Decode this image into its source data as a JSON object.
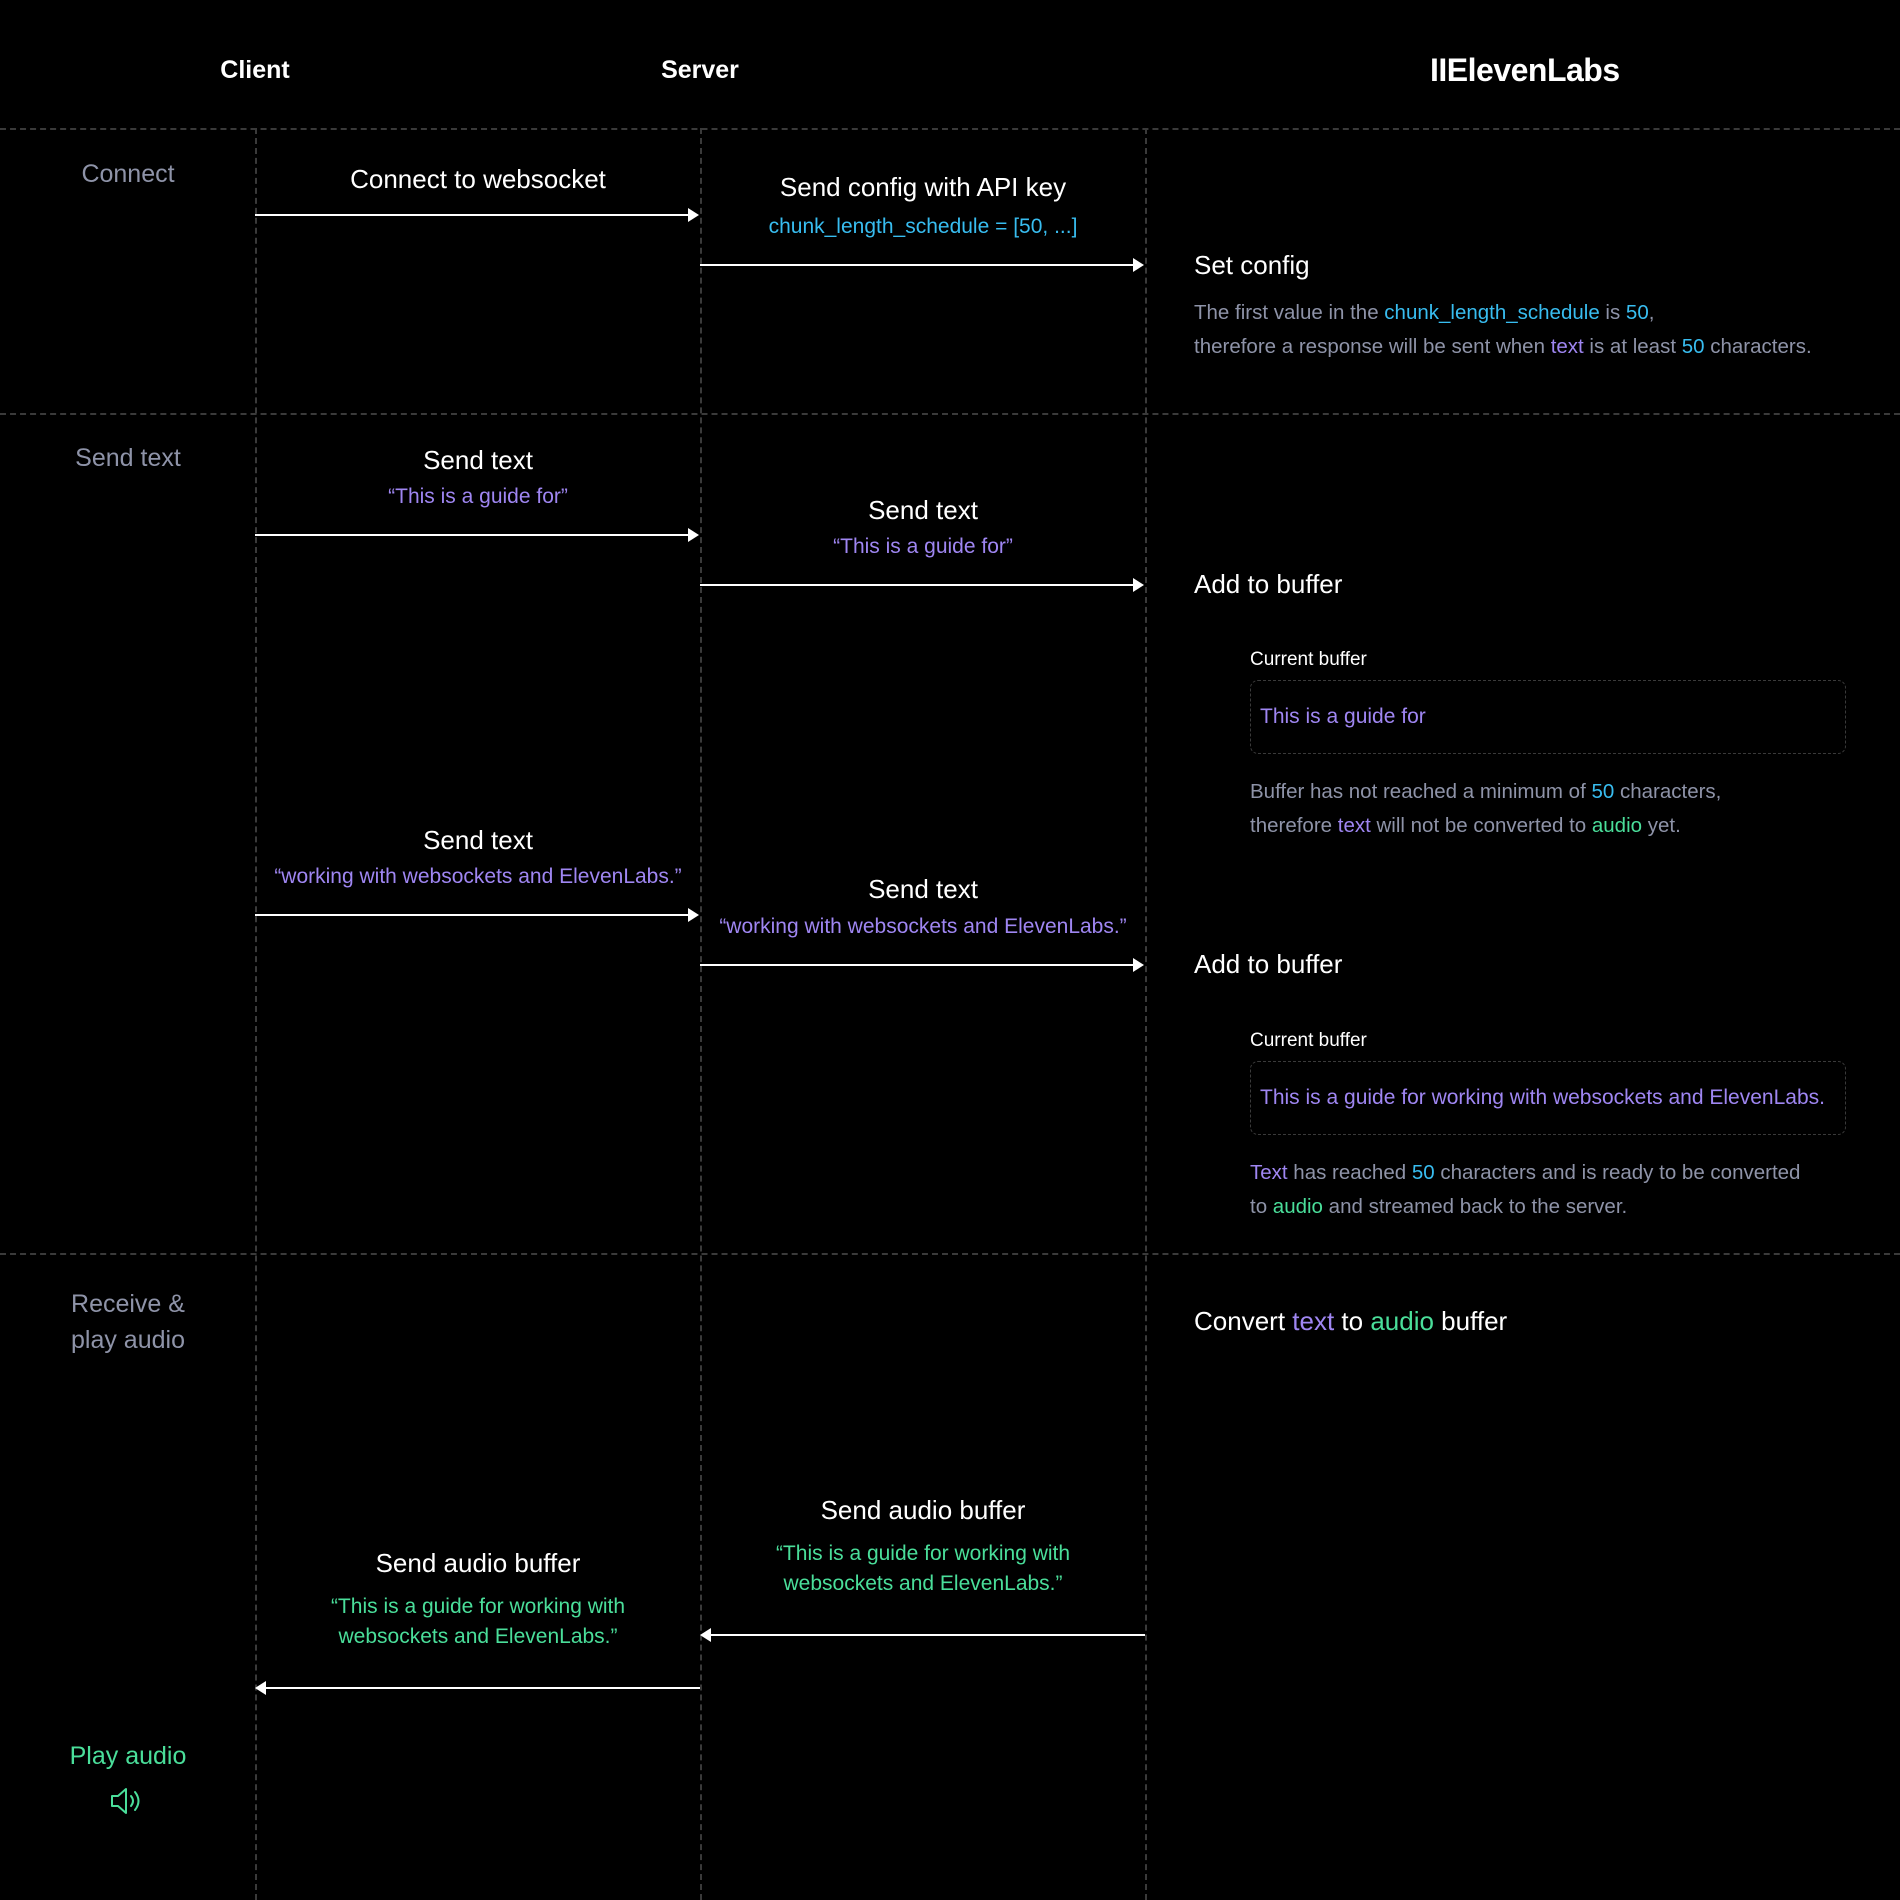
{
  "header": {
    "client": "Client",
    "server": "Server",
    "brand": "IIElevenLabs"
  },
  "lanes": {
    "connect": "Connect",
    "send_text": "Send text",
    "receive_line1": "Receive &",
    "receive_line2": "play audio",
    "play_audio": "Play audio"
  },
  "connect": {
    "client_msg": "Connect to websocket",
    "server_msg": "Send config with API key",
    "server_sub": "chunk_length_schedule = [50, ...]",
    "eleven_step": "Set config",
    "note": {
      "l1_a": "The first value in the ",
      "l1_b": "chunk_length_schedule",
      "l1_c": " is ",
      "l1_d": "50",
      "l1_e": ",",
      "l2_a": "therefore a response will be sent when ",
      "l2_b": "text",
      "l2_c": " is at least ",
      "l2_d": "50",
      "l2_e": " characters."
    }
  },
  "send1": {
    "client_msg": "Send text",
    "client_sub": "“This is a guide for”",
    "server_msg": "Send text",
    "server_sub": "“This is a guide for”",
    "eleven_step": "Add to buffer",
    "buffer_label": "Current buffer",
    "buffer_text": "This is a guide for",
    "note": {
      "l1_a": "Buffer has not reached a minimum of ",
      "l1_b": "50",
      "l1_c": " characters,",
      "l2_a": "therefore ",
      "l2_b": "text",
      "l2_c": " will not be converted to ",
      "l2_d": "audio",
      "l2_e": " yet."
    }
  },
  "send2": {
    "client_msg": "Send text",
    "client_sub": "“working with websockets and ElevenLabs.”",
    "server_msg": "Send text",
    "server_sub": "“working with websockets and ElevenLabs.”",
    "eleven_step": "Add to buffer",
    "buffer_label": "Current buffer",
    "buffer_text": "This is a guide for working with websockets and ElevenLabs.",
    "note": {
      "l1_a": "Text",
      "l1_b": " has reached ",
      "l1_c": "50",
      "l1_d": " characters and is ready to be converted",
      "l2_a": "to ",
      "l2_b": "audio",
      "l2_c": " and streamed back to the server."
    }
  },
  "receive": {
    "eleven_step": {
      "a": "Convert ",
      "b": "text",
      "c": " to ",
      "d": "audio",
      "e": " buffer"
    },
    "server_msg": "Send audio buffer",
    "server_sub_l1": "“This is a guide for working with",
    "server_sub_l2": "websockets and ElevenLabs.”",
    "client_msg": "Send audio buffer",
    "client_sub_l1": "“This is a guide for working with",
    "client_sub_l2": "websockets and ElevenLabs.”"
  },
  "icons": {
    "speaker": "speaker-icon"
  },
  "colors": {
    "text_purple": "#9f86f2",
    "config_cyan": "#38bdf0",
    "audio_green": "#4ade9a",
    "muted_grey": "#8e93a8",
    "divider": "#3a3a3a"
  }
}
